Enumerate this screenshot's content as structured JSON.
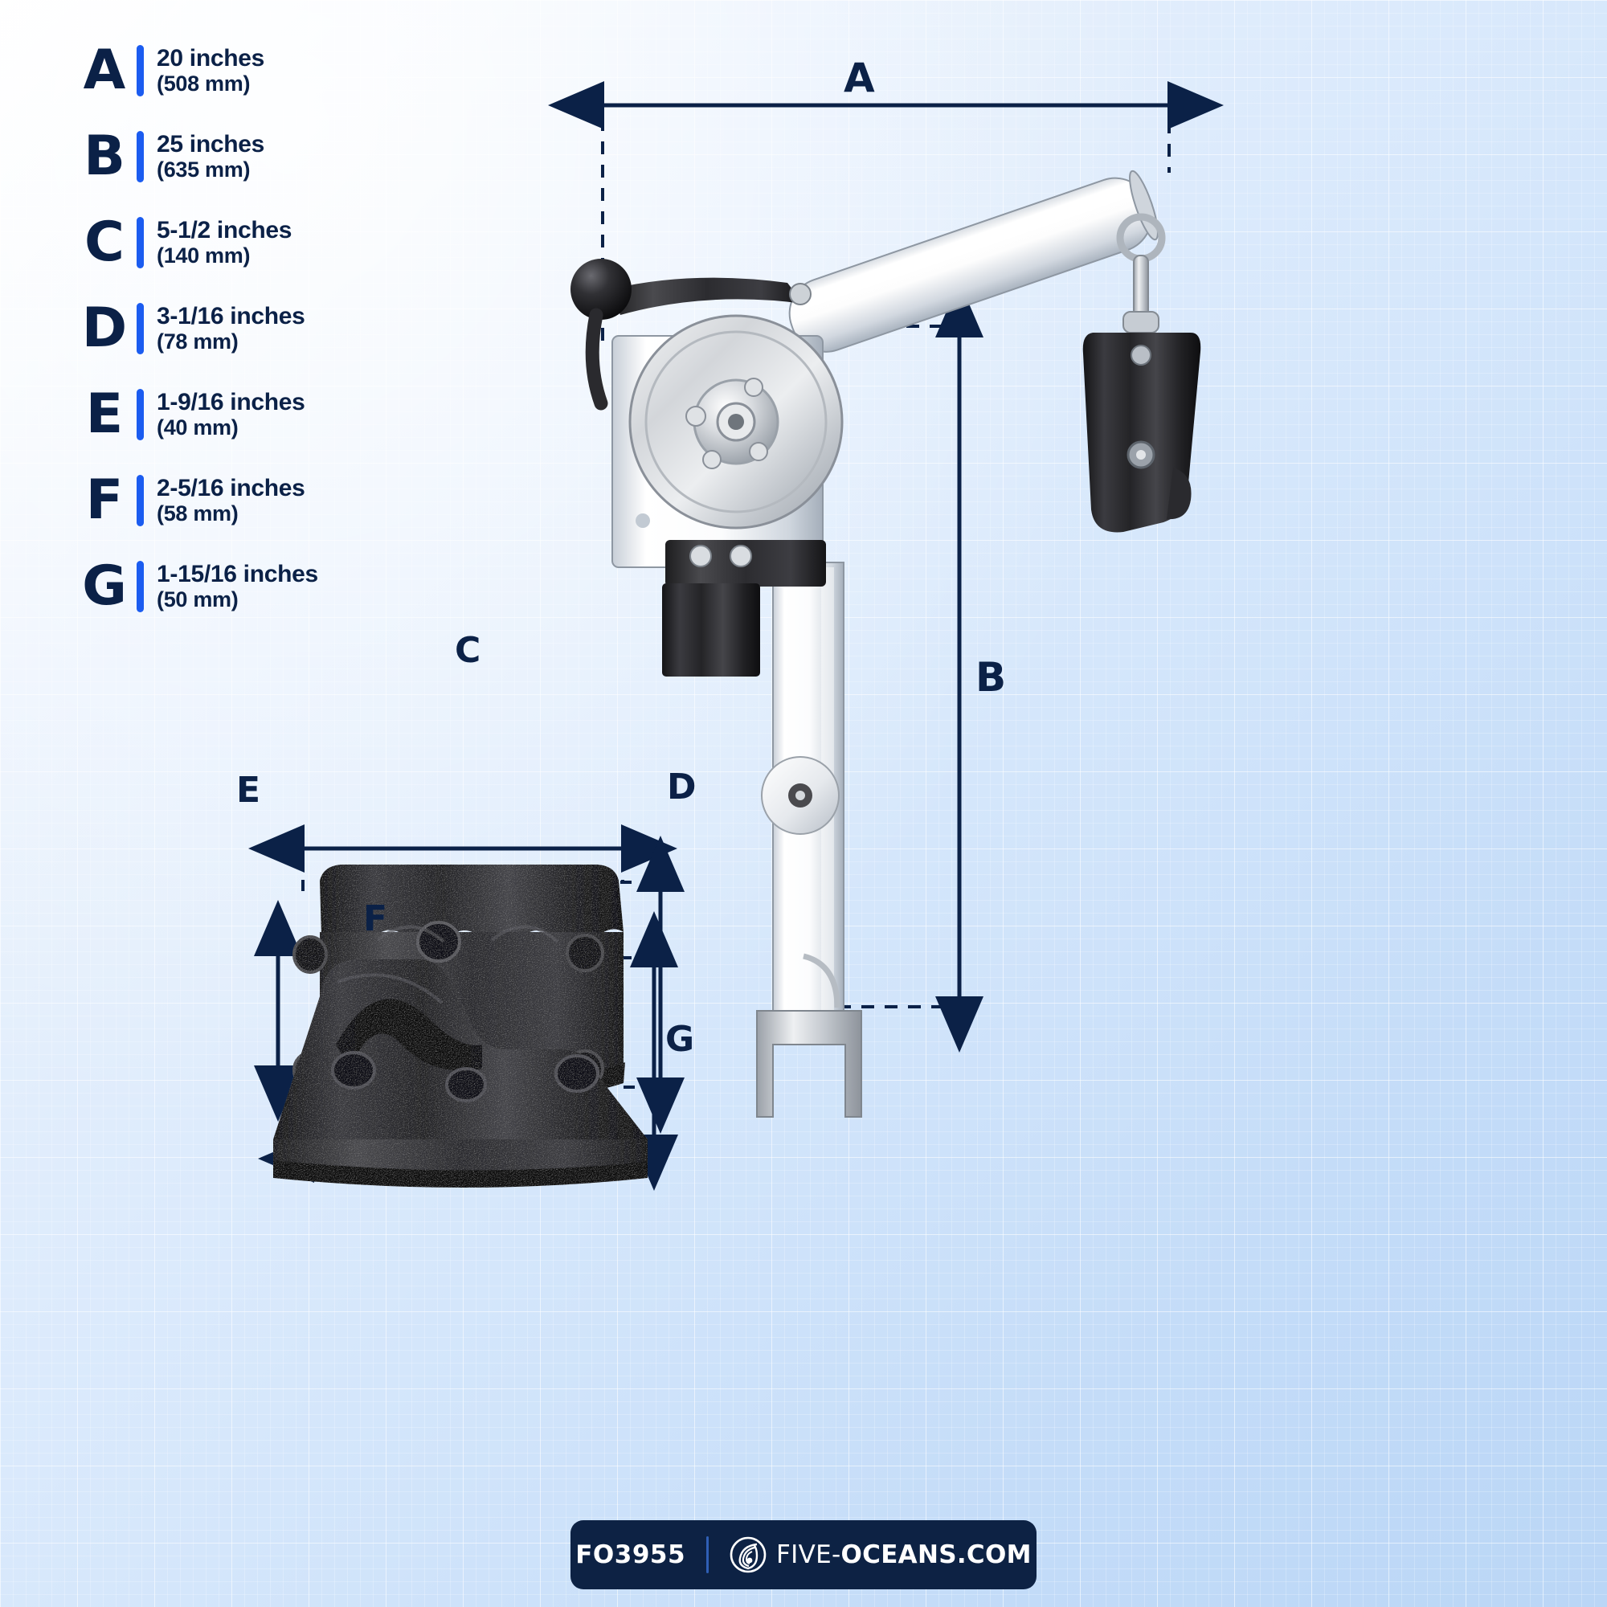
{
  "legend": {
    "items": [
      {
        "letter": "A",
        "inches": "20 inches",
        "mm": "(508 mm)"
      },
      {
        "letter": "B",
        "inches": "25 inches",
        "mm": "(635 mm)"
      },
      {
        "letter": "C",
        "inches": "5-1/2 inches",
        "mm": "(140 mm)"
      },
      {
        "letter": "D",
        "inches": "3-1/16 inches",
        "mm": "(78 mm)"
      },
      {
        "letter": "E",
        "inches": "1-9/16 inches",
        "mm": "(40 mm)"
      },
      {
        "letter": "F",
        "inches": "2-5/16 inches",
        "mm": "(58 mm)"
      },
      {
        "letter": "G",
        "inches": "1-15/16 inches",
        "mm": "(50 mm)"
      }
    ]
  },
  "diagram": {
    "callouts": {
      "a": "A",
      "b": "B",
      "c": "C",
      "d": "D",
      "e": "E",
      "f": "F",
      "g": "G"
    }
  },
  "footer": {
    "sku": "FO3955",
    "brand_prefix": "FIVE-",
    "brand_suffix": "OCEANS.COM",
    "logo_icon": "shell-icon"
  },
  "colors": {
    "navy": "#0b2147",
    "accent_blue": "#1b5cf0",
    "footer_bg": "#0d2244",
    "background_light": "#eaf2fd",
    "background_deep": "#bad6f6"
  }
}
